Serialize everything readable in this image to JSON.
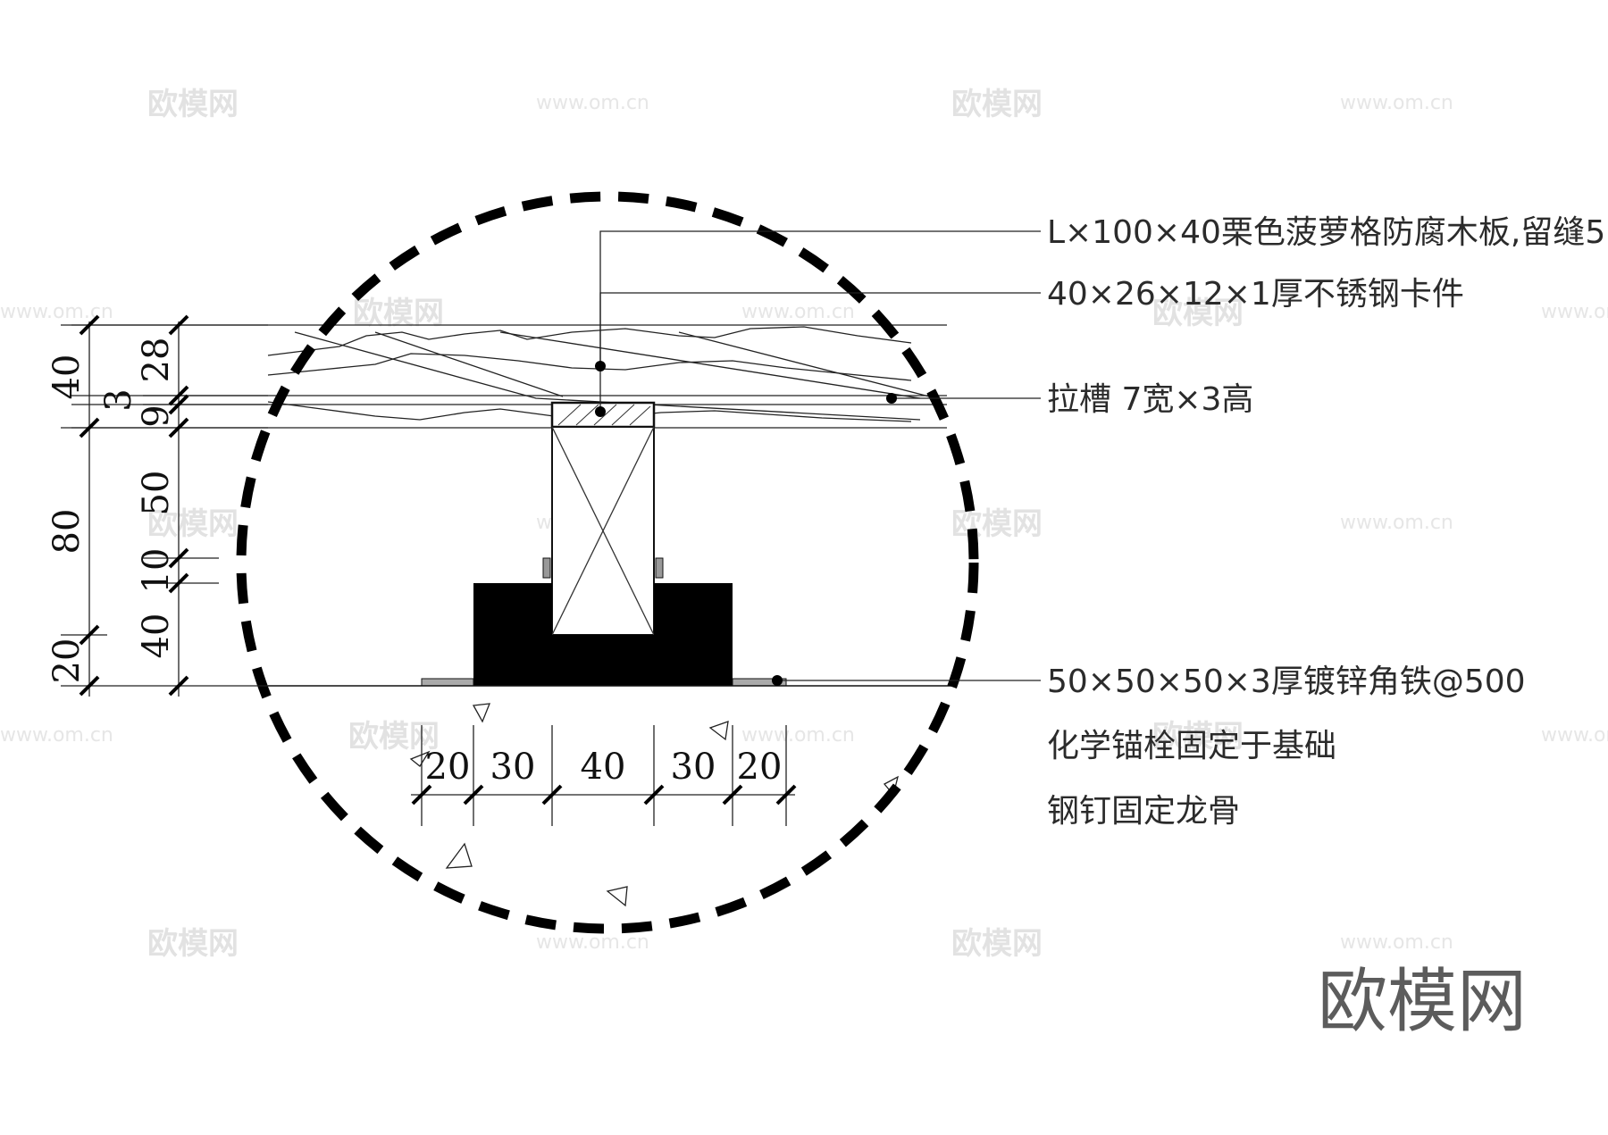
{
  "annotations": {
    "board": "L×100×40栗色菠萝格防腐木板,留缝5",
    "clip": "40×26×12×1厚不锈钢卡件",
    "groove": "拉槽  7宽×3高",
    "angle_iron": "50×50×50×3厚镀锌角铁@500",
    "anchor": "化学锚栓固定于基础",
    "nail": "钢钉固定龙骨"
  },
  "dimensions": {
    "outer_left": [
      "40",
      "80",
      "20"
    ],
    "inner_left": [
      "28",
      "3",
      "9",
      "50",
      "10",
      "40"
    ],
    "bottom": [
      "20",
      "30",
      "40",
      "30",
      "20"
    ]
  },
  "watermarks": {
    "logo_text": "欧模网",
    "url_text": "www.om.cn"
  },
  "brand": {
    "text": "欧模网"
  }
}
